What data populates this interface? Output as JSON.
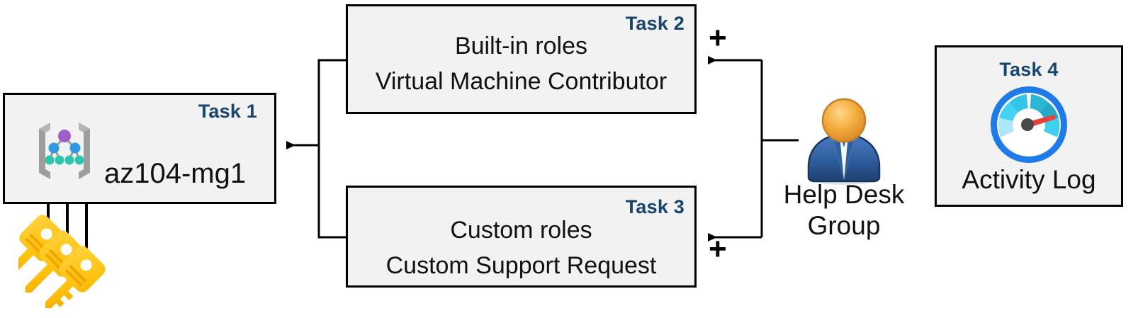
{
  "diagram": {
    "title": "Azure RBAC task diagram",
    "accent_color": "#17456e",
    "box_fill": "#f2f2f2",
    "box_border": "#000000"
  },
  "tasks": [
    {
      "id": "task1",
      "label": "Task 1",
      "title": "az104-mg1",
      "icon": "management-group-icon"
    },
    {
      "id": "task2",
      "label": "Task 2",
      "line1": "Built-in roles",
      "line2": "Virtual Machine Contributor"
    },
    {
      "id": "task3",
      "label": "Task 3",
      "line1": "Custom roles",
      "line2": "Custom Support Request"
    },
    {
      "id": "task4",
      "label": "Task 4",
      "title": "Activity Log",
      "icon": "activity-log-gauge-icon"
    }
  ],
  "actor": {
    "icon": "user-group-icon",
    "caption_line1": "Help Desk",
    "caption_line2": "Group"
  },
  "operators": {
    "plus_top": "+",
    "plus_bottom": "+"
  },
  "decorations": {
    "keys_icon": "keys-icon",
    "key_count": 3
  },
  "colors": {
    "task_label_blue": "#17456e",
    "gauge_ring_blue": "#1e7be8",
    "gauge_needle_red": "#e8413a",
    "person_head_gold": "#f0a93c",
    "person_body_blue": "#2f5e9e",
    "key_yellow": "#ffc20e",
    "mg_bracket_gray": "#9d9d9d",
    "mg_root_purple": "#a05ecb",
    "mg_mid_blue": "#2f9ae3",
    "mg_leaf_teal": "#2ec4b0"
  }
}
